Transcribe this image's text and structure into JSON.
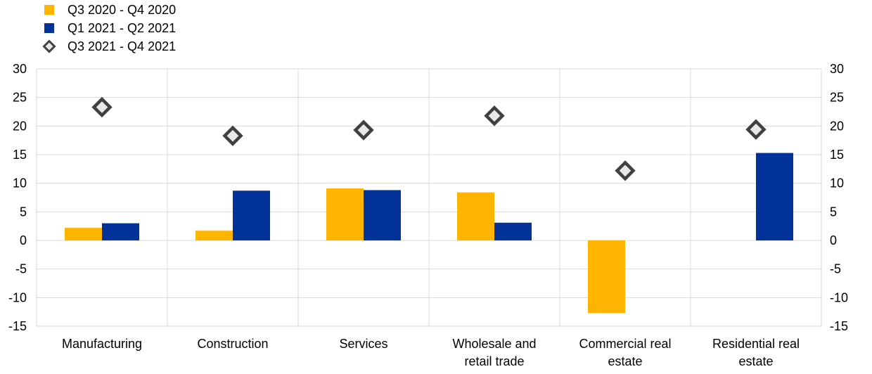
{
  "chart_data": {
    "type": "bar",
    "categories": [
      [
        "Manufacturing"
      ],
      [
        "Construction"
      ],
      [
        "Services"
      ],
      [
        "Wholesale and",
        "retail trade"
      ],
      [
        "Commercial real",
        "estate"
      ],
      [
        "Residential real",
        "estate"
      ]
    ],
    "series": [
      {
        "name": "Q3 2020 - Q4 2020",
        "kind": "bar",
        "color": "#FFB400",
        "values": [
          2.2,
          1.7,
          9.1,
          8.4,
          -12.7,
          0
        ]
      },
      {
        "name": "Q1 2021 - Q2 2021",
        "kind": "bar",
        "color": "#003299",
        "values": [
          3.0,
          8.7,
          8.8,
          3.1,
          0,
          15.3
        ]
      },
      {
        "name": "Q3 2021 - Q4 2021",
        "kind": "marker",
        "marker": "diamond",
        "color": "#404040",
        "fill": "#E8E8E8",
        "values": [
          23.3,
          18.3,
          19.3,
          21.8,
          12.2,
          19.4
        ]
      }
    ],
    "ylim": [
      -15,
      30
    ],
    "yticks": [
      30,
      25,
      20,
      15,
      10,
      5,
      0,
      -5,
      -10,
      -15
    ],
    "grid": true,
    "legend_position": "top-left"
  }
}
